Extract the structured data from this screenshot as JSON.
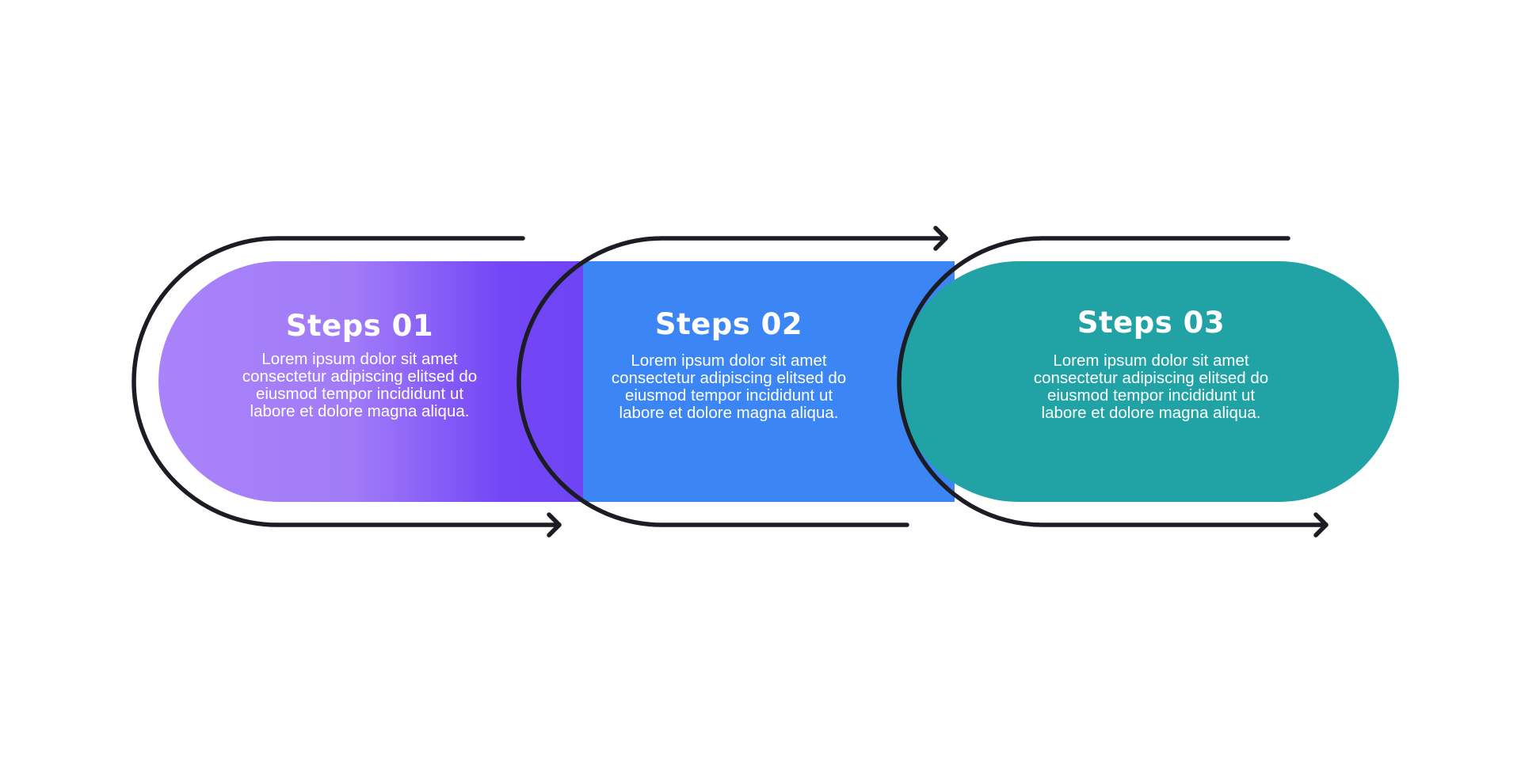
{
  "colors": {
    "background": "#ffffff",
    "step1_light": "#a67ff8",
    "step1_dark": "#7349f6",
    "step2": "#3b86f4",
    "step3": "#21a3a6",
    "line": "#1c1c24",
    "text": "#ffffff"
  },
  "icons": [
    "arrow-right-icon"
  ],
  "steps": [
    {
      "title": "Steps 01",
      "body": "Lorem ipsum dolor sit amet consectetur adipiscing elitsed do eiusmod tempor incididunt ut labore et dolore magna aliqua."
    },
    {
      "title": "Steps 02",
      "body": "Lorem ipsum dolor sit amet consectetur adipiscing elitsed do eiusmod tempor incididunt ut labore et dolore magna aliqua."
    },
    {
      "title": "Steps 03",
      "body": "Lorem ipsum dolor sit amet consectetur adipiscing elitsed do eiusmod tempor incididunt ut labore et dolore magna aliqua."
    }
  ]
}
